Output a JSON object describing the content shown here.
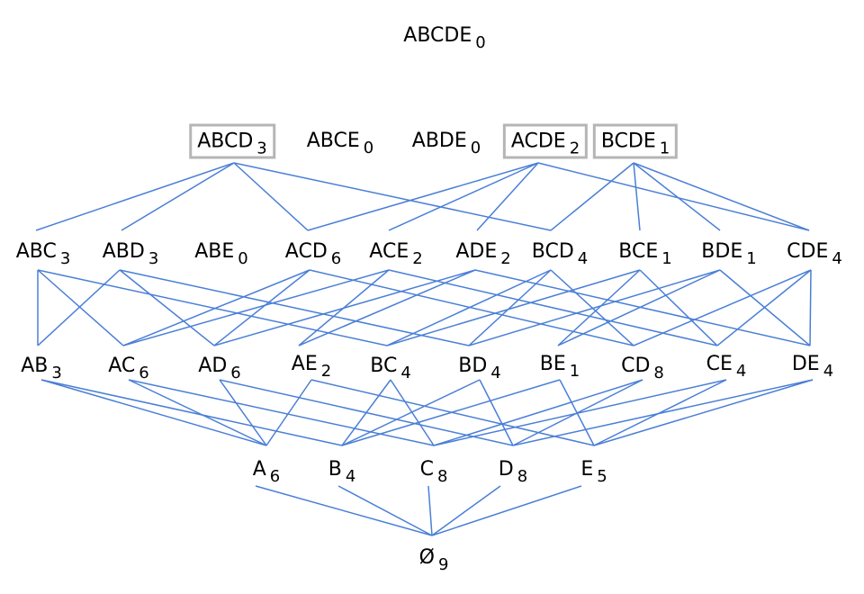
{
  "diagram": {
    "edge_color": "#4a7fd6",
    "box_color": "#b5b5b5",
    "nodes": [
      {
        "id": "ABCDE",
        "label": "ABCDE",
        "count": "0"
      },
      {
        "id": "ABCD",
        "label": "ABCD",
        "count": "3",
        "boxed": true
      },
      {
        "id": "ABCE",
        "label": "ABCE",
        "count": "0"
      },
      {
        "id": "ABDE",
        "label": "ABDE",
        "count": "0"
      },
      {
        "id": "ACDE",
        "label": "ACDE",
        "count": "2",
        "boxed": true
      },
      {
        "id": "BCDE",
        "label": "BCDE",
        "count": "1",
        "boxed": true
      },
      {
        "id": "ABC",
        "label": "ABC",
        "count": "3"
      },
      {
        "id": "ABD",
        "label": "ABD",
        "count": "3"
      },
      {
        "id": "ABE",
        "label": "ABE",
        "count": "0"
      },
      {
        "id": "ACD",
        "label": "ACD",
        "count": "6"
      },
      {
        "id": "ACE",
        "label": "ACE",
        "count": "2"
      },
      {
        "id": "ADE",
        "label": "ADE",
        "count": "2"
      },
      {
        "id": "BCD",
        "label": "BCD",
        "count": "4"
      },
      {
        "id": "BCE",
        "label": "BCE",
        "count": "1"
      },
      {
        "id": "BDE",
        "label": "BDE",
        "count": "1"
      },
      {
        "id": "CDE",
        "label": "CDE",
        "count": "4"
      },
      {
        "id": "AB",
        "label": "AB",
        "count": "3"
      },
      {
        "id": "AC",
        "label": "AC",
        "count": "6"
      },
      {
        "id": "AD",
        "label": "AD",
        "count": "6"
      },
      {
        "id": "AE",
        "label": "AE",
        "count": "2"
      },
      {
        "id": "BC",
        "label": "BC",
        "count": "4"
      },
      {
        "id": "BD",
        "label": "BD",
        "count": "4"
      },
      {
        "id": "BE",
        "label": "BE",
        "count": "1"
      },
      {
        "id": "CD",
        "label": "CD",
        "count": "8"
      },
      {
        "id": "CE",
        "label": "CE",
        "count": "4"
      },
      {
        "id": "DE",
        "label": "DE",
        "count": "4"
      },
      {
        "id": "A",
        "label": "A",
        "count": "6"
      },
      {
        "id": "B",
        "label": "B",
        "count": "4"
      },
      {
        "id": "C",
        "label": "C",
        "count": "8"
      },
      {
        "id": "D",
        "label": "D",
        "count": "8"
      },
      {
        "id": "E",
        "label": "E",
        "count": "5"
      },
      {
        "id": "EMPTY",
        "label": "Ø",
        "count": "9"
      }
    ],
    "edges": [
      [
        "ABCD",
        "ABC"
      ],
      [
        "ABCD",
        "ABD"
      ],
      [
        "ABCD",
        "ACD"
      ],
      [
        "ABCD",
        "BCD"
      ],
      [
        "ACDE",
        "ACD"
      ],
      [
        "ACDE",
        "ACE"
      ],
      [
        "ACDE",
        "ADE"
      ],
      [
        "ACDE",
        "CDE"
      ],
      [
        "BCDE",
        "BCD"
      ],
      [
        "BCDE",
        "BCE"
      ],
      [
        "BCDE",
        "BDE"
      ],
      [
        "BCDE",
        "CDE"
      ],
      [
        "ABC",
        "AB"
      ],
      [
        "ABC",
        "AC"
      ],
      [
        "ABC",
        "BC"
      ],
      [
        "ABD",
        "AB"
      ],
      [
        "ABD",
        "AD"
      ],
      [
        "ABD",
        "BD"
      ],
      [
        "ACD",
        "AC"
      ],
      [
        "ACD",
        "AD"
      ],
      [
        "ACD",
        "CD"
      ],
      [
        "ACE",
        "AC"
      ],
      [
        "ACE",
        "AE"
      ],
      [
        "ACE",
        "CE"
      ],
      [
        "ADE",
        "AD"
      ],
      [
        "ADE",
        "AE"
      ],
      [
        "ADE",
        "DE"
      ],
      [
        "BCD",
        "BC"
      ],
      [
        "BCD",
        "BD"
      ],
      [
        "BCD",
        "CD"
      ],
      [
        "BCE",
        "BC"
      ],
      [
        "BCE",
        "BE"
      ],
      [
        "BCE",
        "CE"
      ],
      [
        "BDE",
        "BD"
      ],
      [
        "BDE",
        "BE"
      ],
      [
        "BDE",
        "DE"
      ],
      [
        "CDE",
        "CD"
      ],
      [
        "CDE",
        "CE"
      ],
      [
        "CDE",
        "DE"
      ],
      [
        "AB",
        "A"
      ],
      [
        "AB",
        "B"
      ],
      [
        "AC",
        "A"
      ],
      [
        "AC",
        "C"
      ],
      [
        "AD",
        "A"
      ],
      [
        "AD",
        "D"
      ],
      [
        "AE",
        "A"
      ],
      [
        "AE",
        "E"
      ],
      [
        "BC",
        "B"
      ],
      [
        "BC",
        "C"
      ],
      [
        "BD",
        "B"
      ],
      [
        "BD",
        "D"
      ],
      [
        "BE",
        "B"
      ],
      [
        "BE",
        "E"
      ],
      [
        "CD",
        "C"
      ],
      [
        "CD",
        "D"
      ],
      [
        "CE",
        "C"
      ],
      [
        "CE",
        "E"
      ],
      [
        "DE",
        "D"
      ],
      [
        "DE",
        "E"
      ],
      [
        "A",
        "EMPTY"
      ],
      [
        "B",
        "EMPTY"
      ],
      [
        "C",
        "EMPTY"
      ],
      [
        "D",
        "EMPTY"
      ],
      [
        "E",
        "EMPTY"
      ]
    ]
  }
}
